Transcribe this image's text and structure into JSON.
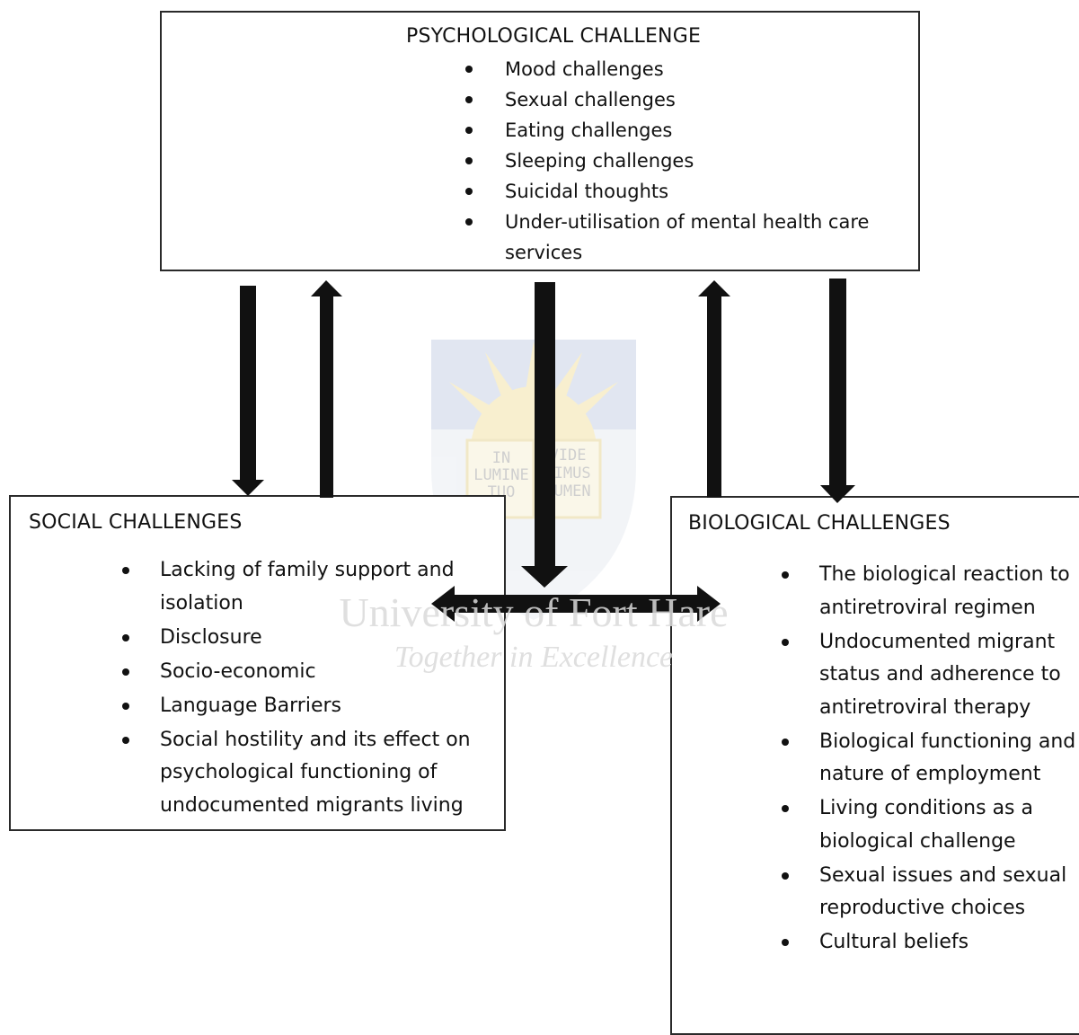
{
  "psychological": {
    "title": "PSYCHOLOGICAL CHALLENGE",
    "items": [
      "Mood challenges",
      "Sexual challenges",
      "Eating challenges",
      "Sleeping challenges",
      "Suicidal thoughts",
      "Under-utilisation of mental health care services"
    ]
  },
  "social": {
    "title": "SOCIAL CHALLENGES",
    "items": [
      "Lacking of family support and isolation",
      "Disclosure",
      "Socio-economic",
      "Language Barriers",
      "Social hostility and its effect on psychological functioning of undocumented migrants living"
    ]
  },
  "biological": {
    "title": "BIOLOGICAL CHALLENGES",
    "items": [
      "The biological reaction to antiretroviral regimen",
      "Undocumented migrant status and adherence to antiretroviral therapy",
      "Biological functioning and nature of employment",
      "Living conditions as a biological challenge",
      "Sexual issues and sexual reproductive choices",
      "Cultural beliefs"
    ]
  },
  "watermark": {
    "university": "University of Fort Hare",
    "motto": "Together in Excellence",
    "crest_left": [
      "IN",
      "LUMINE",
      "TUO"
    ],
    "crest_right": [
      "VIDE",
      "BIMUS",
      "LUMEN"
    ]
  },
  "colors": {
    "arrow": "#111111",
    "border": "#2a2a2a",
    "watermark_text": "#d9d9d9",
    "crest_sun": "#f3e3a8",
    "crest_sky": "#c9d3e6"
  }
}
